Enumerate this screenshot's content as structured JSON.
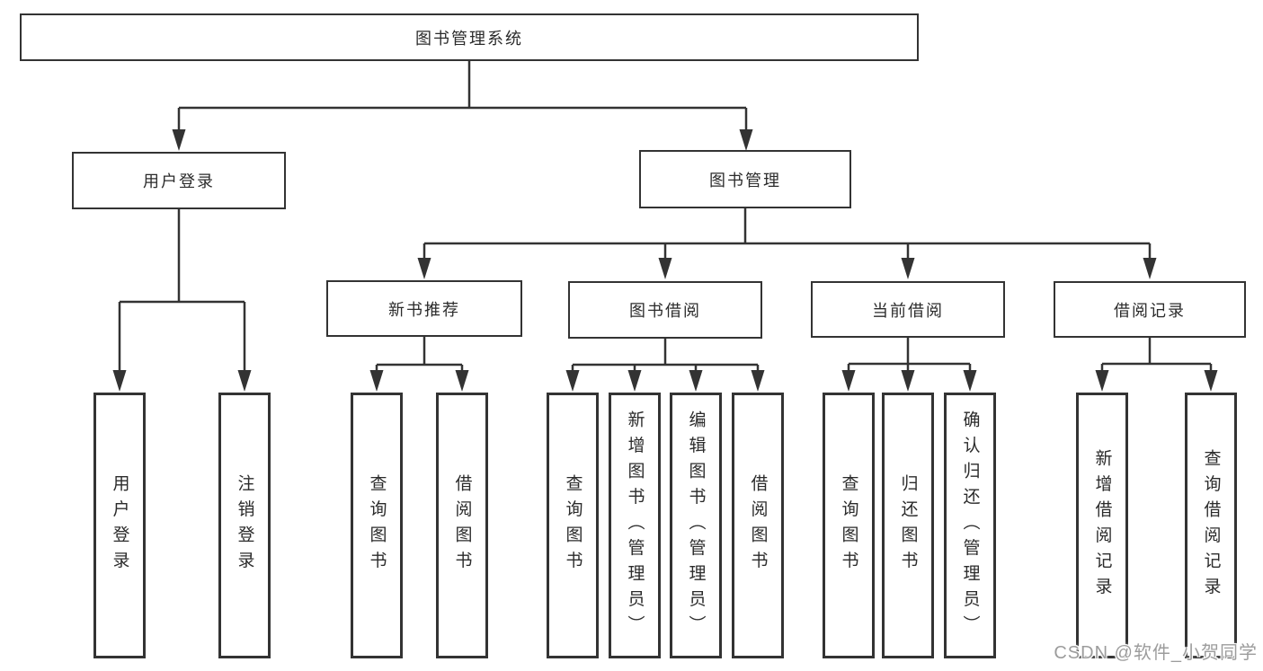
{
  "colors": {
    "line": "#333333",
    "box_border": "#333333",
    "box_fill": "#ffffff",
    "text": "#2b2b2b",
    "watermark": "#9c9c9c"
  },
  "watermark": {
    "text": "CSDN @软件_小贺同学"
  },
  "tree": {
    "root": {
      "label": "图书管理系统",
      "children": [
        {
          "label": "用户登录",
          "children": [
            {
              "label": "用户登录"
            },
            {
              "label": "注销登录"
            }
          ]
        },
        {
          "label": "图书管理",
          "children": [
            {
              "label": "新书推荐",
              "children": [
                {
                  "label": "查询图书"
                },
                {
                  "label": "借阅图书"
                }
              ]
            },
            {
              "label": "图书借阅",
              "children": [
                {
                  "label": "查询图书"
                },
                {
                  "label": "新增图书（管理员）"
                },
                {
                  "label": "编辑图书（管理员）"
                },
                {
                  "label": "借阅图书"
                }
              ]
            },
            {
              "label": "当前借阅",
              "children": [
                {
                  "label": "查询图书"
                },
                {
                  "label": "归还图书"
                },
                {
                  "label": "确认归还（管理员）"
                }
              ]
            },
            {
              "label": "借阅记录",
              "children": [
                {
                  "label": "新增借阅记录"
                },
                {
                  "label": "查询借阅记录"
                }
              ]
            }
          ]
        }
      ]
    }
  }
}
